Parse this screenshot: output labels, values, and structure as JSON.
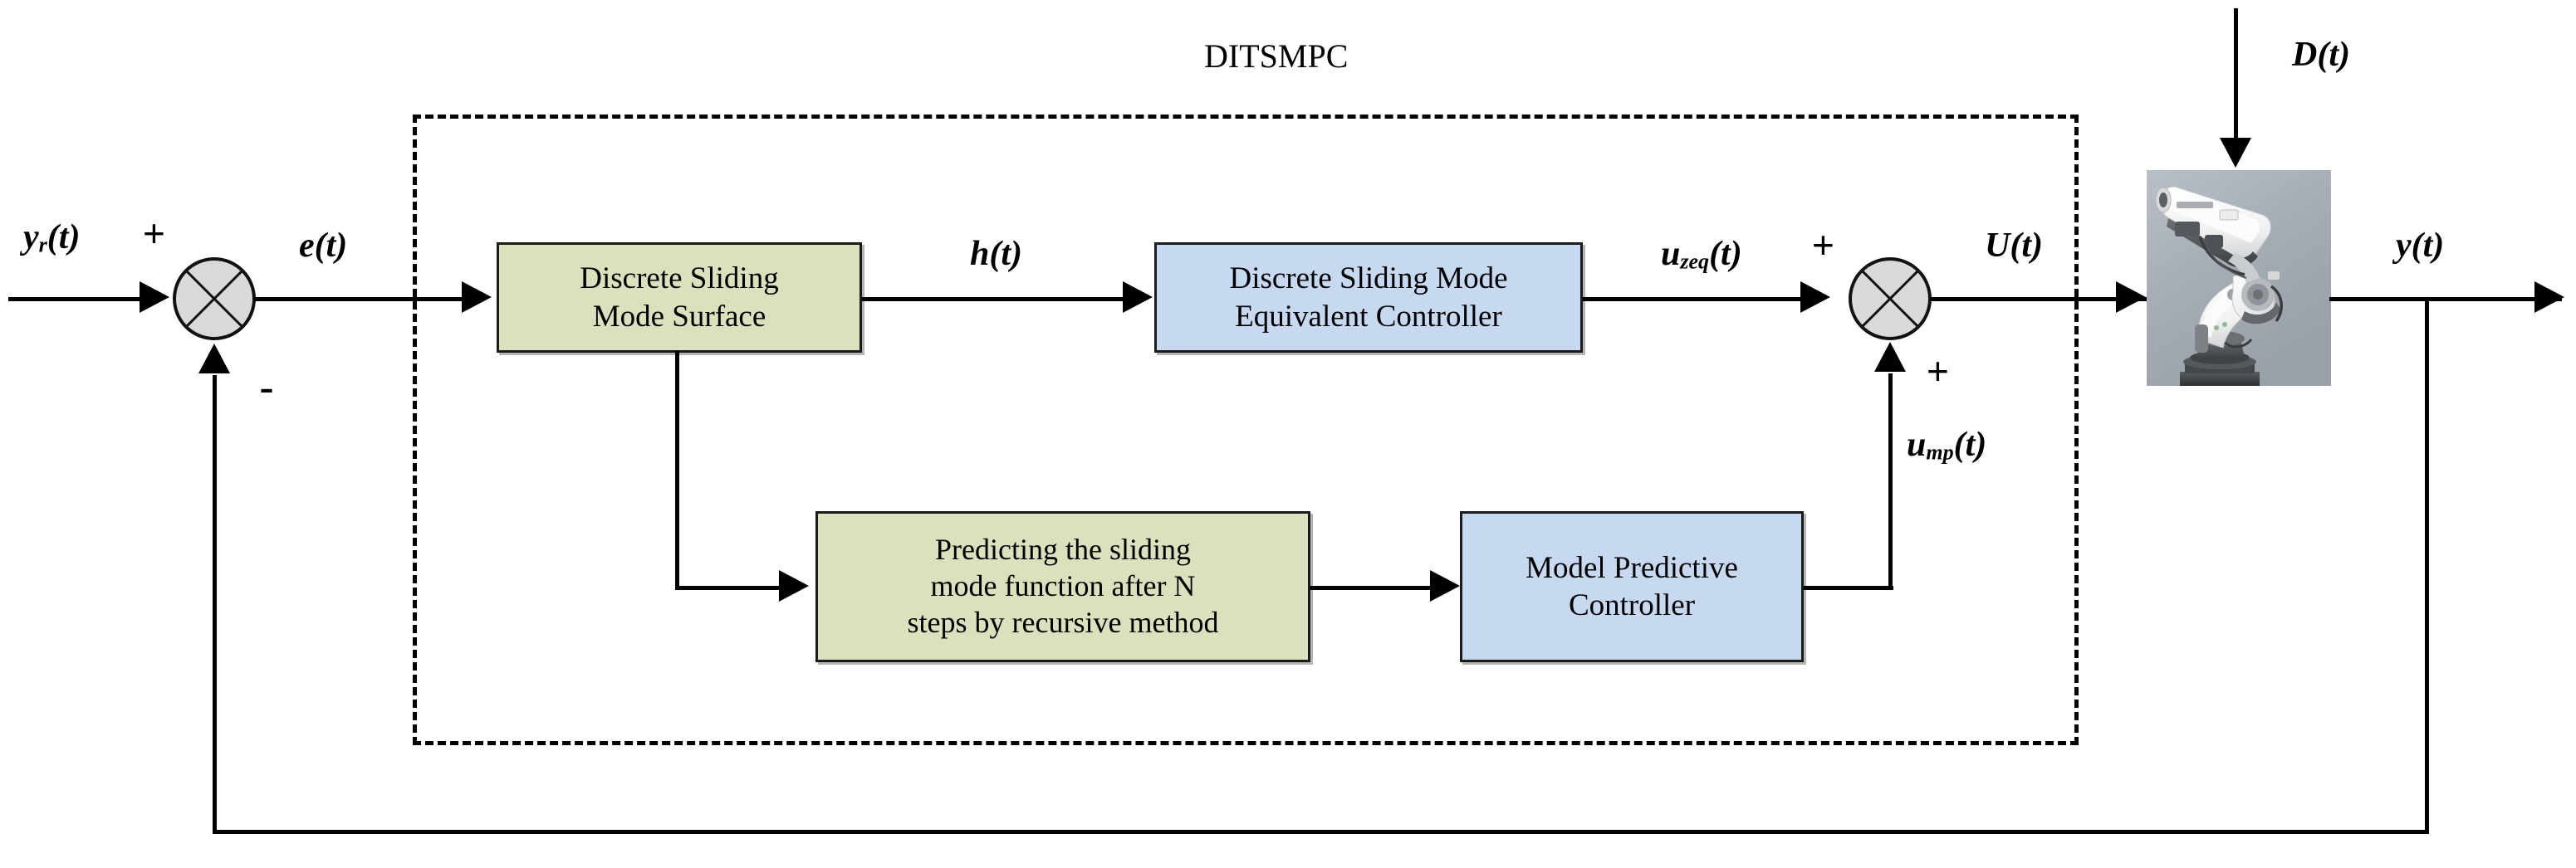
{
  "diagram": {
    "title": "DITSMPC",
    "type": "control-system-block-diagram",
    "colors": {
      "green_block": "#d9e2bd",
      "blue_block": "#c6d9f0",
      "summing_junction": "#d9d9d9",
      "line": "#000000",
      "plant_background": "#a7adb5"
    },
    "blocks": [
      {
        "id": "sliding-mode-surface",
        "label": "Discrete Sliding Mode Surface",
        "lines": [
          "Discrete Sliding",
          "Mode Surface"
        ],
        "color": "green"
      },
      {
        "id": "equivalent-controller",
        "label": "Discrete Sliding Mode Equivalent Controller",
        "lines": [
          "Discrete Sliding Mode",
          "Equivalent Controller"
        ],
        "color": "blue"
      },
      {
        "id": "predictor",
        "label": "Predicting the sliding mode function after N steps by recursive method",
        "lines": [
          "Predicting the sliding",
          "mode function after N",
          "steps by recursive method"
        ],
        "color": "green"
      },
      {
        "id": "model-predictive-controller",
        "label": "Model Predictive Controller",
        "lines": [
          "Model Predictive",
          "Controller"
        ],
        "color": "blue"
      }
    ],
    "signals": {
      "reference": "y",
      "reference_sub": "r",
      "reference_suffix": "(t)",
      "error": "e(t)",
      "sliding_function": "h(t)",
      "equivalent_control": "u",
      "equivalent_control_sub": "zeq",
      "equivalent_control_suffix": "(t)",
      "predictive_control": "u",
      "predictive_control_sub": "mp",
      "predictive_control_suffix": "(t)",
      "total_control": "U(t)",
      "disturbance": "D(t)",
      "output": "y(t)"
    },
    "signs": {
      "reference_plus": "+",
      "feedback_minus": "-",
      "equivalent_plus": "+",
      "predictive_plus": "+"
    },
    "plant": {
      "name": "industrial-robot-arm",
      "description": "Photograph of a white six-axis industrial robot manipulator"
    }
  }
}
